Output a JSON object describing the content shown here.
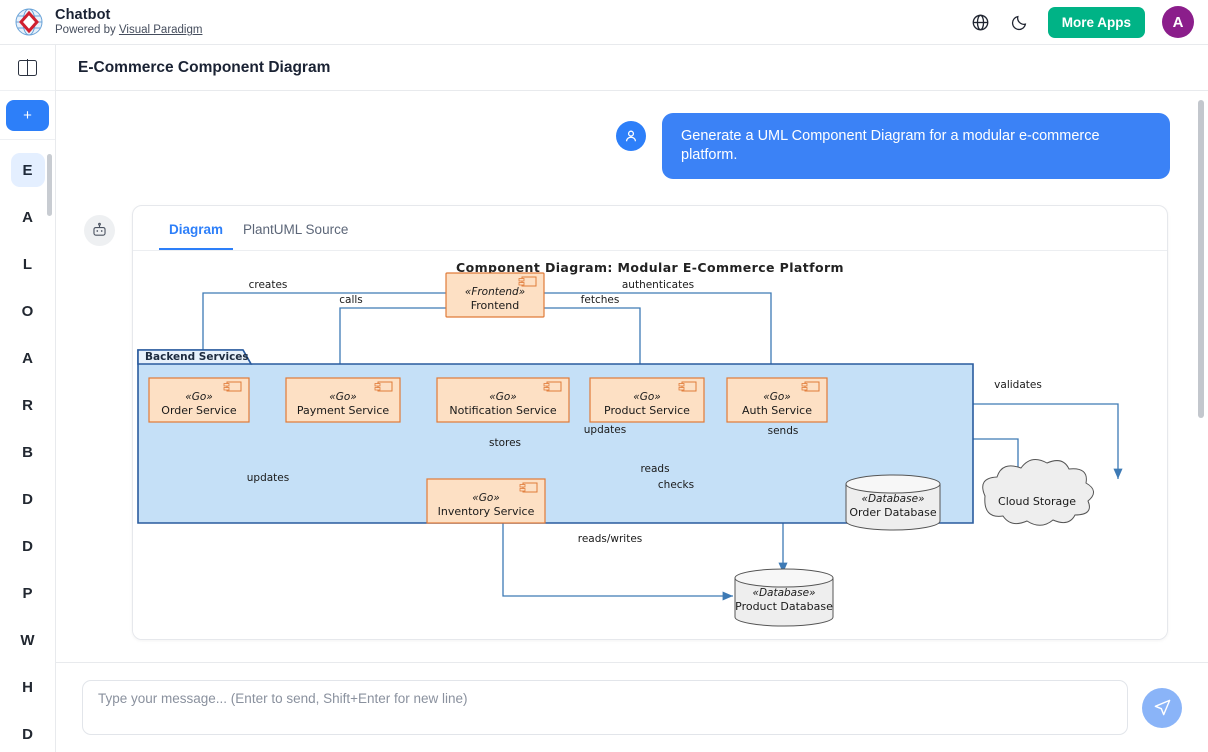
{
  "app": {
    "title": "Chatbot",
    "powered_prefix": "Powered by ",
    "powered_link": "Visual Paradigm",
    "logo_icon": "visual-paradigm-globe-logo"
  },
  "topbar": {
    "language_icon": "globe-icon",
    "theme_icon": "moon-icon",
    "more_apps_label": "More Apps",
    "avatar_initial": "A",
    "accent_green": "#00b386",
    "avatar_purple": "#8b1e8b"
  },
  "rail": {
    "toggle_icon": "panel-toggle-icon",
    "new_chat_label": "+",
    "items": [
      {
        "label": "E",
        "active": true
      },
      {
        "label": "A",
        "active": false
      },
      {
        "label": "L",
        "active": false
      },
      {
        "label": "O",
        "active": false
      },
      {
        "label": "A",
        "active": false
      },
      {
        "label": "R",
        "active": false
      },
      {
        "label": "B",
        "active": false
      },
      {
        "label": "D",
        "active": false
      },
      {
        "label": "D",
        "active": false
      },
      {
        "label": "P",
        "active": false
      },
      {
        "label": "W",
        "active": false
      },
      {
        "label": "H",
        "active": false
      },
      {
        "label": "D",
        "active": false
      }
    ]
  },
  "header": {
    "title": "E-Commerce Component Diagram"
  },
  "conversation": {
    "user_avatar_icon": "user-icon",
    "user_message": "Generate a UML Component Diagram for a modular e-commerce platform.",
    "bot_avatar_icon": "robot-icon"
  },
  "card": {
    "tabs": [
      {
        "label": "Diagram",
        "active": true
      },
      {
        "label": "PlantUML Source",
        "active": false
      }
    ],
    "zoom_tools": [
      {
        "icon": "zoom-in-icon",
        "name": "zoom-in-button"
      },
      {
        "icon": "zoom-out-icon",
        "name": "zoom-out-button"
      },
      {
        "icon": "reset-rotate-icon",
        "name": "reset-view-button"
      },
      {
        "icon": "fit-screen-icon",
        "name": "fit-screen-button"
      },
      {
        "icon": "fullscreen-icon",
        "name": "fullscreen-button"
      }
    ]
  },
  "diagram": {
    "title": "Component Diagram: Modular E-Commerce Platform",
    "package_label": "Backend Services",
    "components": [
      {
        "stereotype": "«Frontend»",
        "name": "Frontend"
      },
      {
        "stereotype": "«Go»",
        "name": "Order Service"
      },
      {
        "stereotype": "«Go»",
        "name": "Payment Service"
      },
      {
        "stereotype": "«Go»",
        "name": "Notification Service"
      },
      {
        "stereotype": "«Go»",
        "name": "Product Service"
      },
      {
        "stereotype": "«Go»",
        "name": "Auth Service"
      },
      {
        "stereotype": "«Go»",
        "name": "Inventory Service"
      }
    ],
    "databases": [
      {
        "stereotype": "«Database»",
        "name": "Order Database"
      },
      {
        "stereotype": "«Database»",
        "name": "Product Database"
      }
    ],
    "clouds": [
      {
        "name": "Cloud Storage"
      }
    ],
    "edge_labels": [
      "creates",
      "calls",
      "authenticates",
      "fetches",
      "validates",
      "stores",
      "updates",
      "sends",
      "updates",
      "reads",
      "checks",
      "reads/writes"
    ],
    "colors": {
      "component_fill": "#fde0c4",
      "component_stroke": "#e07b39",
      "package_fill": "#c5e0f7",
      "package_stroke": "#2a5b9e",
      "edge": "#3d7ab5",
      "db_fill": "#eeeeee"
    }
  },
  "composer": {
    "placeholder": "Type your message... (Enter to send, Shift+Enter for new line)",
    "value": "",
    "send_icon": "send-paper-plane-icon"
  }
}
